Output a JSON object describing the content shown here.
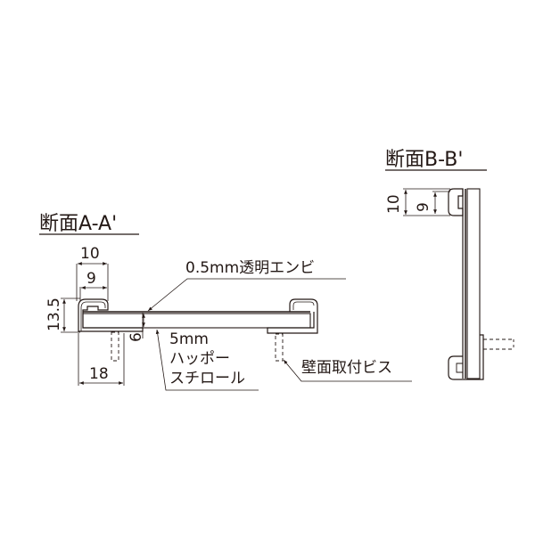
{
  "section_a": {
    "title": "断面A-A'",
    "dims": {
      "outer_width": "10",
      "inner_width": "9",
      "height": "13.5",
      "board_thickness": "6",
      "flange_width": "18"
    },
    "labels": {
      "pvc": "0.5mm透明エンビ",
      "styrofoam_line1": "5mm",
      "styrofoam_line2": "ハッポー",
      "styrofoam_line3": "スチロール",
      "screw": "壁面取付ビス"
    }
  },
  "section_b": {
    "title": "断面B-B'",
    "dims": {
      "outer_height": "10",
      "inner_height": "9"
    }
  },
  "colors": {
    "line": "#231815",
    "background": "#ffffff"
  }
}
